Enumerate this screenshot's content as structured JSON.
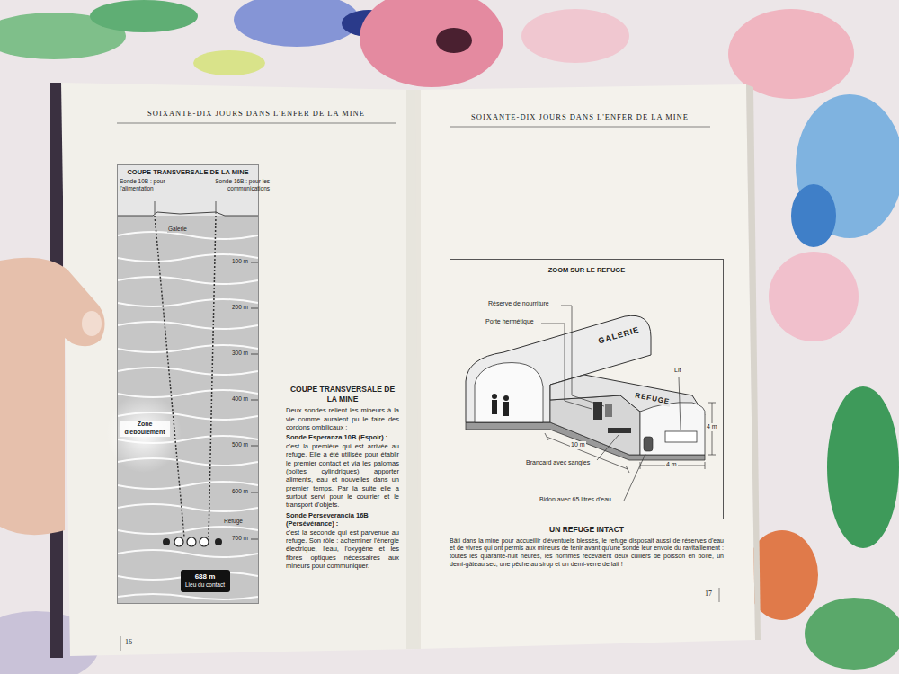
{
  "diagram": {
    "nodes": [
      {
        "text": [
          "COUPE TRANSVERSALE DE LA MINE"
        ]
      },
      {
        "text": [
          "688 m",
          "Lieu du contact"
        ],
        "in": 0
      },
      {
        "text": [
          "ZOOM SUR LE REFUGE"
        ]
      }
    ],
    "labels": [
      "SOIXANTE-DIX JOURS DANS L'ENFER DE LA MINE",
      "Sonde 10B : pour l'alimentation",
      "Sonde 16B : pour les communications",
      "Galerie",
      "100 m",
      "200 m",
      "300 m",
      "400 m",
      "500 m",
      "600 m",
      "700 m",
      "Zone d'éboulement",
      "Refuge",
      "COUPE TRANSVERSALE DE LA MINE",
      "Deux sondes relient les mineurs à la vie comme auraient pu le faire des cordons ombilicaux :",
      "Sonde Esperanza 10B (Espoir) :",
      "c'est la première qui est arrivée au refuge. Elle a été utilisée pour établir le premier contact et via les palomas (boîtes cylindriques) apporter aliments, eau et nouvelles dans un premier temps. Par la suite elle a surtout servi pour le courrier et le transport d'objets.",
      "Sonde Perseverancia 16B (Persévérance) :",
      "c'est la seconde qui est parvenue au refuge. Son rôle : acheminer l'énergie électrique, l'eau, l'oxygène et les fibres optiques nécessaires aux mineurs pour communiquer.",
      "16",
      "SOIXANTE-DIX JOURS DANS L'ENFER DE LA MINE",
      "Réserve de nourriture",
      "Porte hermétique",
      "GALERIE",
      "REFUGE",
      "Lit",
      "4 m",
      "10 m",
      "4 m",
      "Brancard avec sangles",
      "Bidon avec 65 litres d'eau",
      "UN REFUGE INTACT",
      "Bâti dans la mine pour accueillir d'éventuels blessés, le refuge disposait aussi de réserves d'eau et de vivres qui ont permis aux mineurs de tenir avant qu'une sonde leur envoie du ravitaillement : toutes les quarante-huit heures, les hommes recevaient deux cuillers de poisson en boîte, un demi-gâteau sec, une pêche au sirop et un demi-verre de lait !",
      "17"
    ]
  }
}
